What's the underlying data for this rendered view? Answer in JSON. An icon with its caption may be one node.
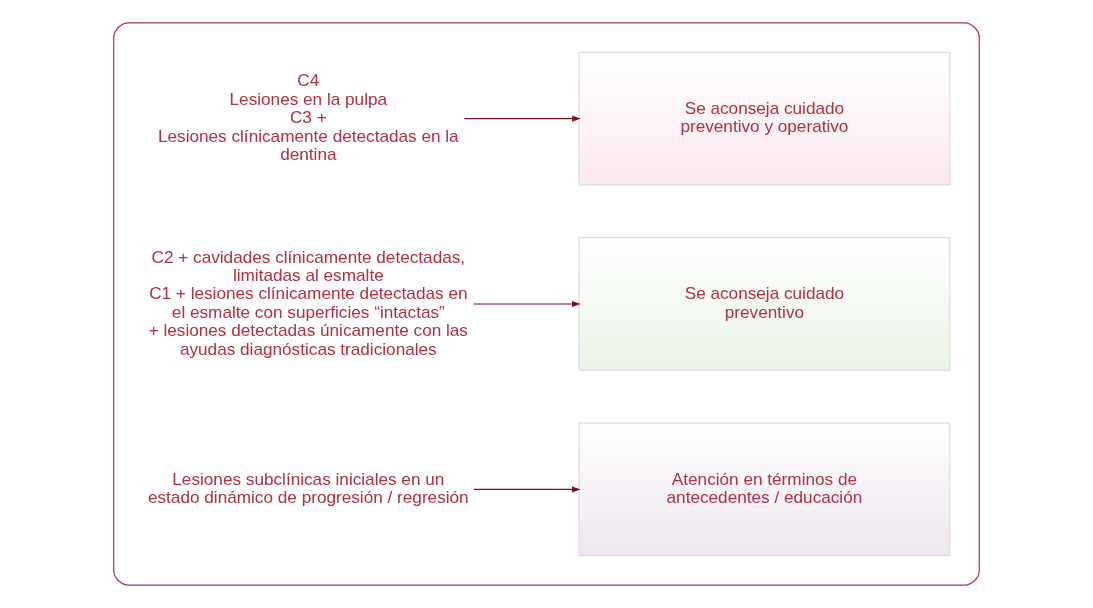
{
  "diagram": {
    "nodes": [
      {
        "text": [],
        "shape": "box"
      },
      {
        "text": [
          "C4",
          "Lesiones en la pulpa",
          "C3 +",
          "Lesiones clínicamente detectadas en la dentina"
        ],
        "in": 0
      },
      {
        "text": [
          "Se aconseja cuidado preventivo y operativo"
        ],
        "in": 0
      },
      {
        "text": [
          "C2 + cavidades clínicamente detectadas, limitadas al esmalte",
          "C1 + lesiones clínicamente detectadas en el esmalte con superficies “intactas”",
          "+ lesiones detectadas únicamente con las ayudas diagnósticas tradicionales"
        ],
        "in": 0
      },
      {
        "text": [
          "Se aconseja cuidado preventivo"
        ],
        "in": 0
      },
      {
        "text": [
          "Lesiones subclínicas iniciales en un estado dinámico de progresión / regresión"
        ],
        "in": 0
      },
      {
        "text": [
          "Atención en términos de antecedentes / educación"
        ],
        "in": 0
      }
    ],
    "edges": [
      {
        "from": 1,
        "to": 2,
        "arrow": "to"
      },
      {
        "from": 3,
        "to": 4,
        "arrow": "to"
      },
      {
        "from": 5,
        "to": 6,
        "arrow": "to"
      }
    ]
  }
}
